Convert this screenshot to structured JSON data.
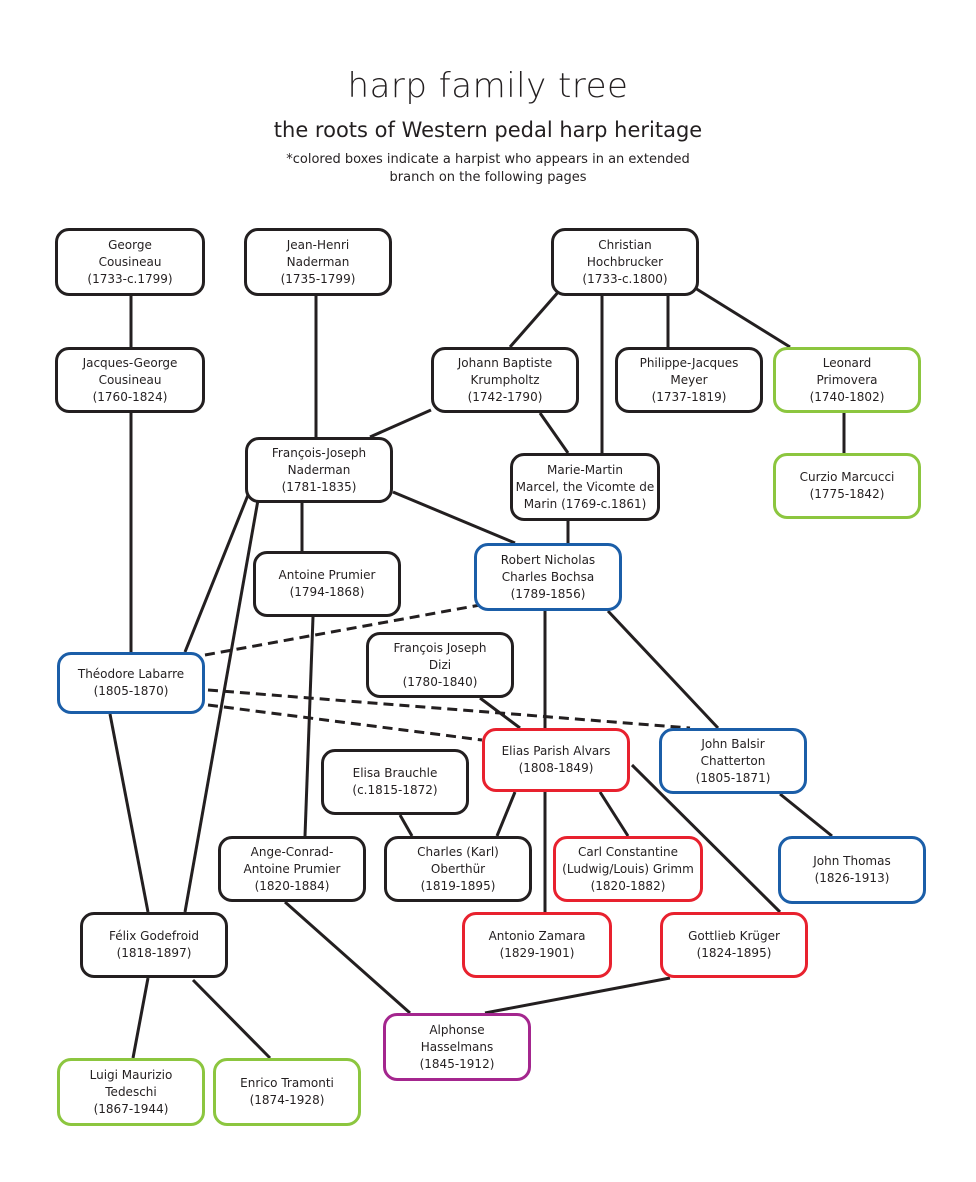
{
  "header": {
    "title": "harp family tree",
    "subtitle": "the roots of Western pedal harp heritage",
    "note_line1": "*colored boxes indicate a harpist who appears in an extended",
    "note_line2": "branch on the following pages"
  },
  "colors": {
    "default": "#231f20",
    "blue": "#1b5ea8",
    "red": "#e8212e",
    "green": "#8cc63f",
    "purple": "#a4268e"
  },
  "nodes": [
    {
      "id": "cousineau_g",
      "lines": [
        "George",
        "Cousineau",
        "(1733-c.1799)"
      ],
      "color": "default"
    },
    {
      "id": "naderman_jh",
      "lines": [
        "Jean-Henri",
        "Naderman",
        "(1735-1799)"
      ],
      "color": "default"
    },
    {
      "id": "hochbrucker",
      "lines": [
        "Christian",
        "Hochbrucker",
        "(1733-c.1800)"
      ],
      "color": "default"
    },
    {
      "id": "cousineau_jg",
      "lines": [
        "Jacques-George",
        "Cousineau",
        "(1760-1824)"
      ],
      "color": "default"
    },
    {
      "id": "krumpholtz",
      "lines": [
        "Johann Baptiste",
        "Krumpholtz",
        "(1742-1790)"
      ],
      "color": "default"
    },
    {
      "id": "meyer",
      "lines": [
        "Philippe-Jacques",
        "Meyer",
        "(1737-1819)"
      ],
      "color": "default"
    },
    {
      "id": "primovera",
      "lines": [
        "Leonard",
        "Primovera",
        "(1740-1802)"
      ],
      "color": "green"
    },
    {
      "id": "naderman_fj",
      "lines": [
        "François-Joseph",
        "Naderman",
        "(1781-1835)"
      ],
      "color": "default"
    },
    {
      "id": "marcel",
      "lines": [
        "Marie-Martin",
        "Marcel, the Vicomte de",
        "Marin (1769-c.1861)"
      ],
      "color": "default"
    },
    {
      "id": "marcucci",
      "lines": [
        "Curzio Marcucci",
        "(1775-1842)"
      ],
      "color": "green"
    },
    {
      "id": "prumier_a",
      "lines": [
        "Antoine Prumier",
        "(1794-1868)"
      ],
      "color": "default"
    },
    {
      "id": "bochsa",
      "lines": [
        "Robert Nicholas",
        "Charles Bochsa",
        "(1789-1856)"
      ],
      "color": "blue"
    },
    {
      "id": "dizi",
      "lines": [
        "François Joseph",
        "Dizi",
        "(1780-1840)"
      ],
      "color": "default"
    },
    {
      "id": "labarre",
      "lines": [
        "Théodore Labarre",
        "(1805-1870)"
      ],
      "color": "blue"
    },
    {
      "id": "alvars",
      "lines": [
        "Elias Parish Alvars",
        "(1808-1849)"
      ],
      "color": "red"
    },
    {
      "id": "chatterton",
      "lines": [
        "John Balsir",
        "Chatterton",
        "(1805-1871)"
      ],
      "color": "blue"
    },
    {
      "id": "brauchle",
      "lines": [
        "Elisa Brauchle",
        "(c.1815-1872)"
      ],
      "color": "default"
    },
    {
      "id": "prumier_ac",
      "lines": [
        "Ange-Conrad-",
        "Antoine Prumier",
        "(1820-1884)"
      ],
      "color": "default"
    },
    {
      "id": "oberthur",
      "lines": [
        "Charles (Karl)",
        "Oberthür",
        "(1819-1895)"
      ],
      "color": "default"
    },
    {
      "id": "grimm",
      "lines": [
        "Carl Constantine",
        "(Ludwig/Louis) Grimm",
        "(1820-1882)"
      ],
      "color": "red"
    },
    {
      "id": "thomas",
      "lines": [
        "John Thomas",
        "(1826-1913)"
      ],
      "color": "blue"
    },
    {
      "id": "godefroid",
      "lines": [
        "Félix Godefroid",
        "(1818-1897)"
      ],
      "color": "default"
    },
    {
      "id": "zamara",
      "lines": [
        "Antonio Zamara",
        "(1829-1901)"
      ],
      "color": "red"
    },
    {
      "id": "kruger",
      "lines": [
        "Gottlieb Krüger",
        "(1824-1895)"
      ],
      "color": "red"
    },
    {
      "id": "hasselmans",
      "lines": [
        "Alphonse",
        "Hasselmans",
        "(1845-1912)"
      ],
      "color": "purple"
    },
    {
      "id": "tedeschi",
      "lines": [
        "Luigi Maurizio",
        "Tedeschi",
        "(1867-1944)"
      ],
      "color": "green"
    },
    {
      "id": "tramonti",
      "lines": [
        "Enrico Tramonti",
        "(1874-1928)"
      ],
      "color": "green"
    }
  ],
  "edges": [
    {
      "from": "cousineau_g",
      "to": "cousineau_jg",
      "style": "solid"
    },
    {
      "from": "cousineau_jg",
      "to": "labarre",
      "style": "solid"
    },
    {
      "from": "naderman_jh",
      "to": "naderman_fj",
      "style": "solid"
    },
    {
      "from": "hochbrucker",
      "to": "krumpholtz",
      "style": "solid"
    },
    {
      "from": "hochbrucker",
      "to": "marcel",
      "style": "solid"
    },
    {
      "from": "hochbrucker",
      "to": "meyer",
      "style": "solid"
    },
    {
      "from": "hochbrucker",
      "to": "primovera",
      "style": "solid"
    },
    {
      "from": "krumpholtz",
      "to": "naderman_fj",
      "style": "solid"
    },
    {
      "from": "krumpholtz",
      "to": "marcel",
      "style": "solid"
    },
    {
      "from": "primovera",
      "to": "marcucci",
      "style": "solid"
    },
    {
      "from": "naderman_fj",
      "to": "bochsa",
      "style": "solid"
    },
    {
      "from": "naderman_fj",
      "to": "labarre",
      "style": "solid"
    },
    {
      "from": "naderman_fj",
      "to": "godefroid",
      "style": "solid"
    },
    {
      "from": "naderman_fj",
      "to": "prumier_a",
      "style": "solid"
    },
    {
      "from": "marcel",
      "to": "bochsa",
      "style": "solid"
    },
    {
      "from": "bochsa",
      "to": "alvars",
      "style": "solid"
    },
    {
      "from": "bochsa",
      "to": "chatterton",
      "style": "solid"
    },
    {
      "from": "labarre",
      "to": "bochsa",
      "style": "dashed"
    },
    {
      "from": "labarre",
      "to": "chatterton",
      "style": "dashed"
    },
    {
      "from": "labarre",
      "to": "alvars",
      "style": "dashed"
    },
    {
      "from": "dizi",
      "to": "alvars",
      "style": "solid"
    },
    {
      "from": "labarre",
      "to": "godefroid",
      "style": "solid"
    },
    {
      "from": "prumier_a",
      "to": "prumier_ac",
      "style": "solid"
    },
    {
      "from": "brauchle",
      "to": "oberthur",
      "style": "solid"
    },
    {
      "from": "alvars",
      "to": "oberthur",
      "style": "solid"
    },
    {
      "from": "alvars",
      "to": "zamara",
      "style": "solid"
    },
    {
      "from": "alvars",
      "to": "grimm",
      "style": "solid"
    },
    {
      "from": "alvars",
      "to": "kruger",
      "style": "solid"
    },
    {
      "from": "chatterton",
      "to": "thomas",
      "style": "solid"
    },
    {
      "from": "prumier_ac",
      "to": "hasselmans",
      "style": "solid"
    },
    {
      "from": "kruger",
      "to": "hasselmans",
      "style": "solid"
    },
    {
      "from": "godefroid",
      "to": "tedeschi",
      "style": "solid"
    },
    {
      "from": "godefroid",
      "to": "tramonti",
      "style": "solid"
    }
  ]
}
